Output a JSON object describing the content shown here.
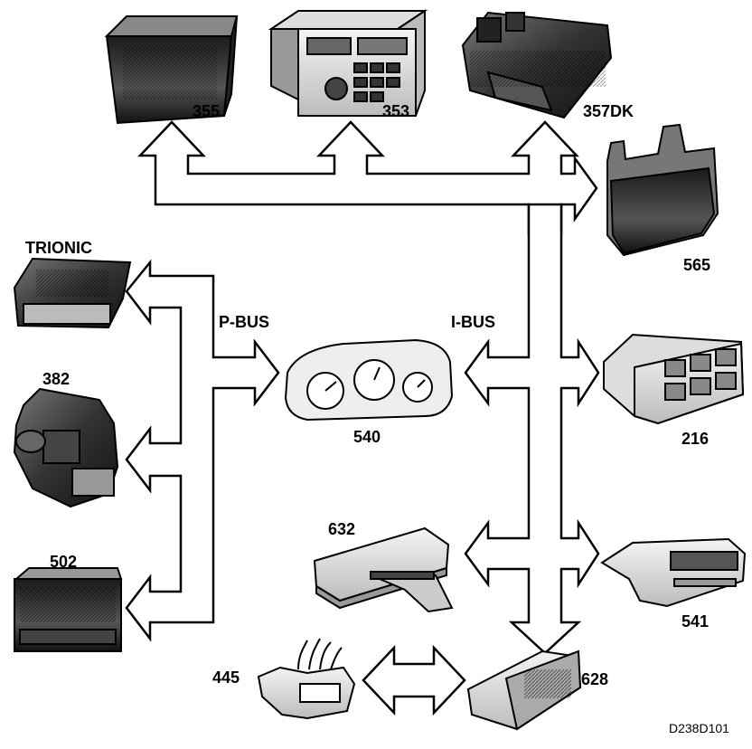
{
  "bus_labels": {
    "p_bus": "P-BUS",
    "i_bus": "I-BUS"
  },
  "modules": {
    "m355": "355",
    "m353": "353",
    "m357dk": "357DK",
    "m565": "565",
    "trionic": "TRIONIC",
    "m382": "382",
    "m502": "502",
    "m540": "540",
    "m216": "216",
    "m632": "632",
    "m541": "541",
    "m445": "445",
    "m628": "628"
  },
  "figure_code": "D238D101"
}
